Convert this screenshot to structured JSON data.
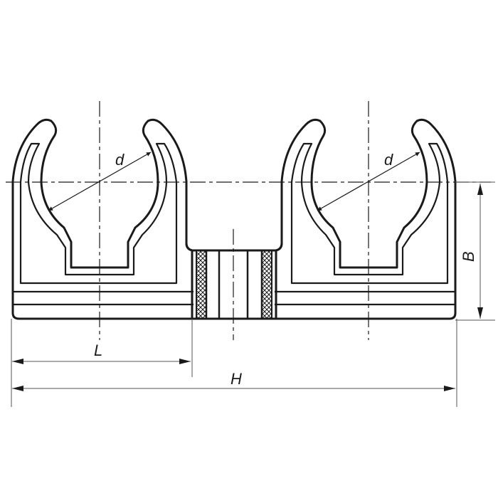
{
  "drawing": {
    "subject": "double pipe clip with central connector",
    "background": "#ffffff",
    "stroke_color": "#1a1a1a",
    "dimension_color": "#555555"
  },
  "labels": {
    "diameter_left": "d",
    "diameter_right": "d",
    "height": "B",
    "half_width": "L",
    "total_width": "H"
  }
}
